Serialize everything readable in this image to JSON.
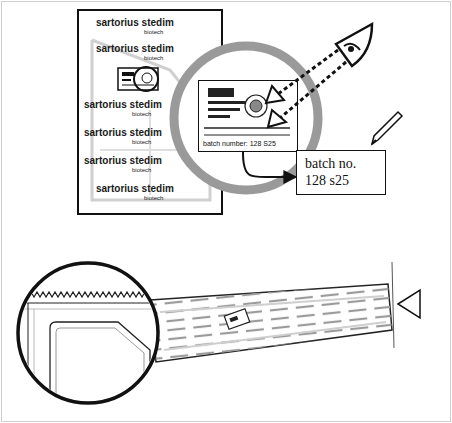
{
  "diagram": {
    "nodes": [
      {
        "text": [
          "batch number: 128 S25"
        ]
      },
      {
        "text": [
          "batch no. 128 s25"
        ]
      }
    ],
    "edges": [
      {
        "from": 0,
        "to": 1,
        "arrow": "to"
      }
    ],
    "labels": [
      "sartorius stedim",
      "sartorius stedim",
      "sartorius stedim",
      "sartorius stedim",
      "sartorius stedim",
      "sartorius stedim",
      "biotech",
      "biotech",
      "biotech",
      "biotech",
      "biotech",
      "biotech"
    ]
  }
}
